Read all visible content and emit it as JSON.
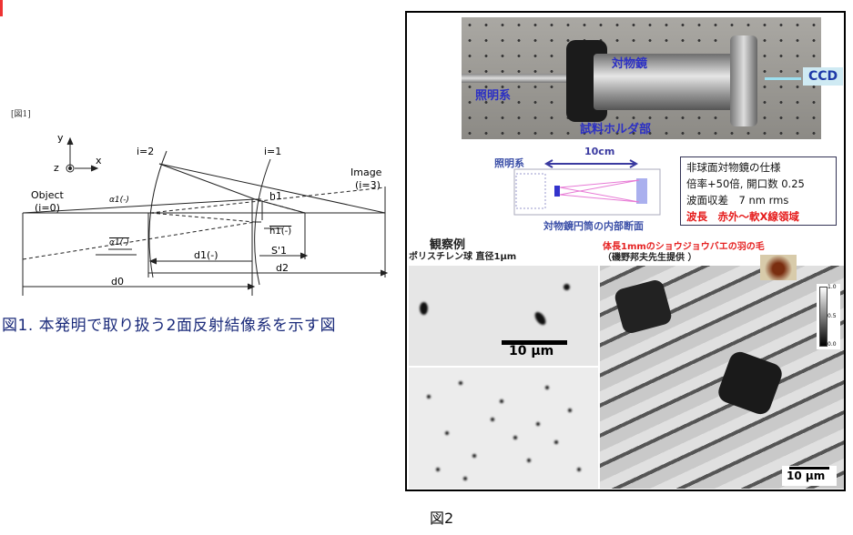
{
  "figure1": {
    "tag": "[図1]",
    "axes": {
      "y": "y",
      "x": "x",
      "z": "z"
    },
    "labels": {
      "i2": "i=2",
      "i1": "i=1",
      "image": "Image",
      "image_index": "(i=3)",
      "object": "Object",
      "object_index": "(i=0)",
      "alpha1": "α1(-)",
      "alpha1_bar": "α1(-)",
      "h1": "h1",
      "h1_bar": "h1(-)",
      "d1": "d1(-)",
      "s1": "S'1",
      "d2": "d2",
      "d0": "d0"
    },
    "caption": "図1. 本発明で取り扱う2面反射結像系を示す図"
  },
  "figure2": {
    "photo_labels": {
      "illumination": "照明系",
      "objective": "対物鏡",
      "ccd": "CCD",
      "sample_holder": "試料ホルダ部"
    },
    "cross_section": {
      "illumination": "照明系",
      "length": "10cm",
      "caption": "対物鏡円筒の内部断面"
    },
    "spec": {
      "title": "非球面対物鏡の仕様",
      "line1": "倍率+50倍, 開口数 0.25",
      "line2": "波面収差　7 nm rms",
      "line3": "波長　赤外～軟X線領域"
    },
    "examples_heading": "観察例",
    "polystyrene_label": "ポリスチレン球 直径1μm",
    "fly_label": "体長1mmのショウジョウバエの羽の毛",
    "fly_credit": "（磯野邦夫先生提供 ）",
    "scalebar_1": "10 μm",
    "scalebar_2": "10 μm",
    "colorbar_ticks": [
      "1.0",
      "0.5",
      "0.0"
    ],
    "caption": "図2"
  }
}
